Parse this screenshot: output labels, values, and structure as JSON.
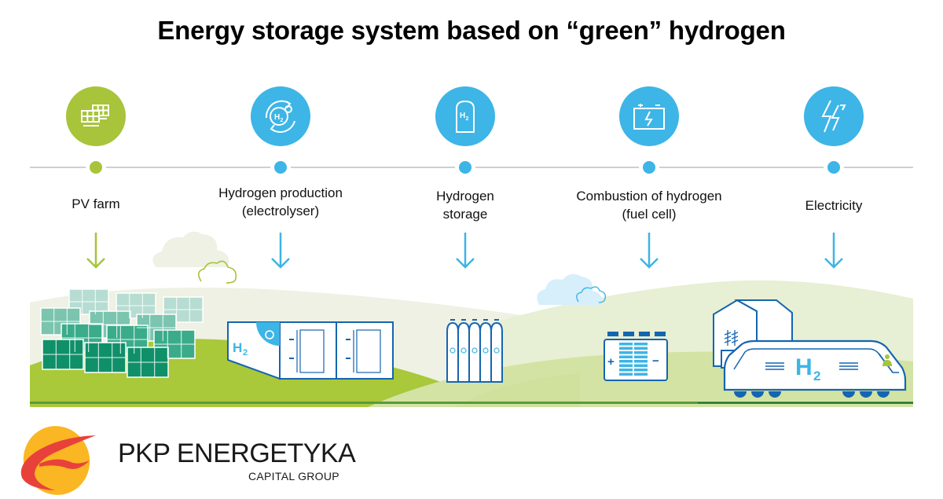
{
  "title": "Energy storage system based on “green” hydrogen",
  "colors": {
    "green_accent": "#a7c43b",
    "blue_accent": "#3db5e6",
    "timeline": "#cfcfcf",
    "dark_blue_outline": "#1565b0",
    "hill_green": "#a9c83a",
    "hill_light": "#eef1e3",
    "panel_dark": "#0f9069",
    "logo_yellow": "#fbb623",
    "logo_red": "#e8413c"
  },
  "steps": [
    {
      "id": "pv-farm",
      "label_lines": [
        "PV farm"
      ],
      "icon": "solar-panel-icon",
      "color": "#a7c43b"
    },
    {
      "id": "hydrogen-production",
      "label_lines": [
        "Hydrogen production",
        "(electrolyser)"
      ],
      "icon": "h2-cycle-icon",
      "color": "#3db5e6"
    },
    {
      "id": "hydrogen-storage",
      "label_lines": [
        "Hydrogen",
        "storage"
      ],
      "icon": "h2-tank-icon",
      "color": "#3db5e6"
    },
    {
      "id": "fuel-cell",
      "label_lines": [
        "Combustion of hydrogen",
        "(fuel cell)"
      ],
      "icon": "battery-icon",
      "color": "#3db5e6"
    },
    {
      "id": "electricity",
      "label_lines": [
        "Electricity"
      ],
      "icon": "lightning-icon",
      "color": "#3db5e6"
    }
  ],
  "labels": {
    "s0": "PV farm",
    "s1a": "Hydrogen production",
    "s1b": "(electrolyser)",
    "s2a": "Hydrogen",
    "s2b": "storage",
    "s3a": "Combustion of hydrogen",
    "s3b": "(fuel cell)",
    "s4": "Electricity"
  },
  "icon_text": {
    "h2": "H₂",
    "h": "H",
    "sub2": "2",
    "plus": "+",
    "minus": "−"
  },
  "logo": {
    "name": "PKP ENERGETYKA",
    "subtitle": "CAPITAL GROUP"
  }
}
